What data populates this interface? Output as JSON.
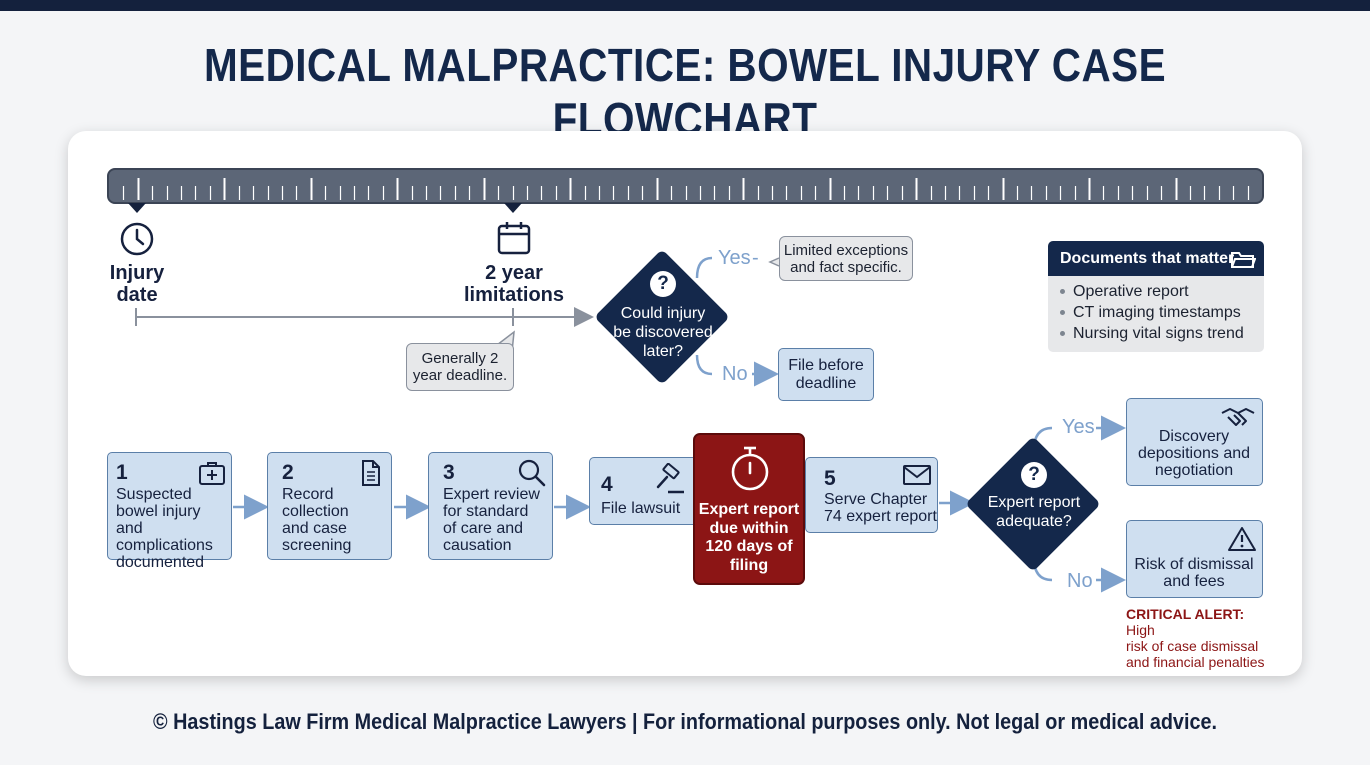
{
  "title": "MEDICAL MALPRACTICE: BOWEL INJURY CASE FLOWCHART",
  "timeline": {
    "injury_label_1": "Injury",
    "injury_label_2": "date",
    "limit_label_1": "2 year",
    "limit_label_2": "limitations",
    "deadline_note_1": "Generally 2",
    "deadline_note_2": "year deadline."
  },
  "discovery_decision": {
    "q": "?",
    "line1": "Could injury",
    "line2": "be discovered",
    "line3": "later?",
    "yes": "Yes",
    "yes_dash": "-",
    "no": "No",
    "yes_note_1": "Limited exceptions",
    "yes_note_2": "and fact specific.",
    "no_box_1": "File before",
    "no_box_2": "deadline"
  },
  "documents": {
    "header": "Documents that matter",
    "items": [
      "Operative report",
      "CT imaging timestamps",
      "Nursing vital signs trend"
    ]
  },
  "steps": [
    {
      "num": "1",
      "lines": [
        "Suspected",
        "bowel injury and",
        "complications",
        "documented"
      ],
      "icon": "medical-kit-icon"
    },
    {
      "num": "2",
      "lines": [
        "Record",
        "collection",
        "and case",
        "screening"
      ],
      "icon": "document-icon"
    },
    {
      "num": "3",
      "lines": [
        "Expert review",
        "for standard",
        "of care and",
        "causation"
      ],
      "icon": "magnifier-icon"
    },
    {
      "num": "4",
      "lines": [
        "File lawsuit"
      ],
      "icon": "gavel-icon"
    },
    {
      "num": "5",
      "lines": [
        "Serve Chapter",
        "74 expert report"
      ],
      "icon": "envelope-icon"
    }
  ],
  "alert_box": {
    "lines": [
      "Expert report",
      "due within",
      "120 days of",
      "filing"
    ],
    "icon": "stopwatch-icon"
  },
  "expert_decision": {
    "q": "?",
    "line1": "Expert report",
    "line2": "adequate?",
    "yes": "Yes",
    "no": "No",
    "yes_box": [
      "Discovery",
      "depositions and",
      "negotiation"
    ],
    "no_box": [
      "Risk of dismissal",
      "and fees"
    ]
  },
  "critical": {
    "label": "CRITICAL ALERT:",
    "text_1": "High",
    "text_2": "risk of case dismissal",
    "text_3": "and financial penalties"
  },
  "footer": "© Hastings Law Firm Medical Malpractice Lawyers | For informational purposes only. Not legal or medical advice.",
  "colors": {
    "navy": "#14284b",
    "step_fill": "#cfdff0",
    "arrow": "#7ea1cc",
    "alert_red": "#8c1515"
  }
}
